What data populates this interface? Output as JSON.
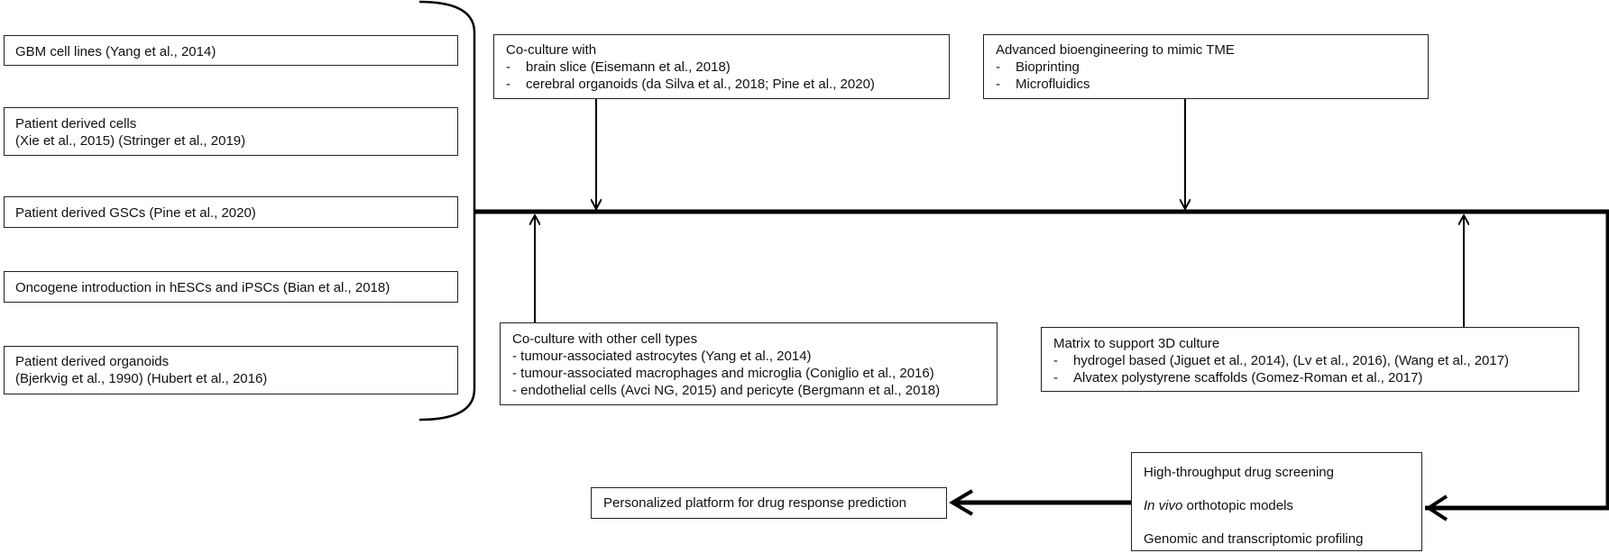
{
  "sources": [
    {
      "lines": [
        "GBM cell lines (Yang et al., 2014)"
      ]
    },
    {
      "lines": [
        "Patient derived cells",
        "(Xie et al., 2015) (Stringer et al., 2019)"
      ]
    },
    {
      "lines": [
        "Patient derived GSCs (Pine et al., 2020)"
      ]
    },
    {
      "lines": [
        "Oncogene introduction in hESCs and iPSCs (Bian et al., 2018)"
      ]
    },
    {
      "lines": [
        "Patient derived organoids",
        "(Bjerkvig et al., 1990) (Hubert et al., 2016)"
      ]
    }
  ],
  "coculture": {
    "title": "Co-culture with",
    "items": [
      "brain slice (Eisemann et al., 2018)",
      "cerebral organoids (da Silva et al., 2018; Pine et al., 2020)"
    ]
  },
  "bioengineering": {
    "title": "Advanced bioengineering to mimic TME",
    "items": [
      "Bioprinting",
      "Microfluidics"
    ]
  },
  "other_cells": {
    "title": "Co-culture with other cell types",
    "items": [
      "- tumour-associated astrocytes (Yang et al., 2014)",
      "- tumour-associated macrophages and microglia (Coniglio et al., 2016)",
      "- endothelial cells (Avci NG, 2015) and pericyte (Bergmann et al., 2018)"
    ]
  },
  "matrix": {
    "title": "Matrix to support 3D culture",
    "items": [
      "hydrogel based (Jiguet et al., 2014), (Lv et al., 2016), (Wang et al., 2017)",
      "Alvatex polystyrene scaffolds (Gomez-Roman et al., 2017)"
    ]
  },
  "applications": {
    "items": [
      "High-throughput drug screening",
      "In vivo orthotopic models",
      "Genomic and transcriptomic profiling"
    ],
    "italic_prefix": "In vivo",
    "rest": " orthotopic models"
  },
  "outcome": {
    "label": "Personalized platform for drug response prediction"
  },
  "dash": "-"
}
